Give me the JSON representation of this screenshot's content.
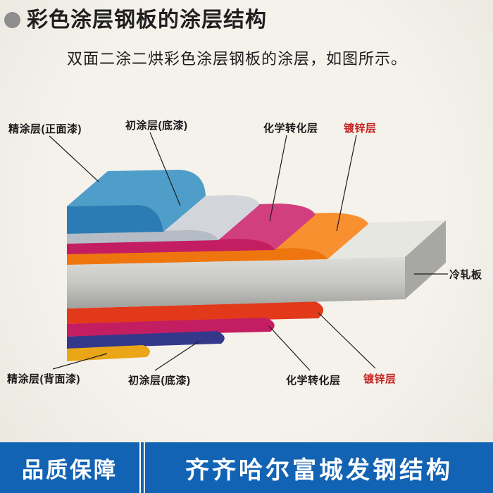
{
  "header": {
    "title": "彩色涂层钢板的涂层结构",
    "subtitle": "双面二涂二烘彩色涂层钢板的涂层，如图所示。"
  },
  "diagram": {
    "labels": {
      "top_coat_front": "精涂层(正面漆)",
      "primer_top": "初涂层(底漆)",
      "chem_top": "化学转化层",
      "zinc_top": "镀锌层",
      "base": "冷轧板",
      "top_coat_back": "精涂层(背面漆)",
      "primer_bottom": "初涂层(底漆)",
      "chem_bottom": "化学转化层",
      "zinc_bottom": "镀锌层"
    },
    "colors": {
      "label_red": "#c32220",
      "blue_top": "#4f9dc9",
      "blue_front": "#2b7cb4",
      "gray_top": "#d2d6db",
      "gray_front": "#b5bcc5",
      "magenta_top": "#d23f7e",
      "magenta_front": "#c31e62",
      "orange_top": "#f89030",
      "orange_front": "#ef760f",
      "slab_top": "#e7e7e2",
      "slab_side": "#a7a7a3",
      "slab_light": "#dcdcd8",
      "slab_mid": "#c7c7c3",
      "slab_dark": "#a0a09c",
      "zinc_bottom_red": "#e2391b",
      "chem_bottom_magenta": "#c31e62",
      "primer_bottom_purple": "#34388b",
      "topcoat_back_yellow": "#eaa617",
      "leader_line": "#1c1c1c"
    }
  },
  "footer": {
    "left": "品质保障",
    "right": "齐齐哈尔富城发钢结构",
    "bg": "#1263b4"
  }
}
